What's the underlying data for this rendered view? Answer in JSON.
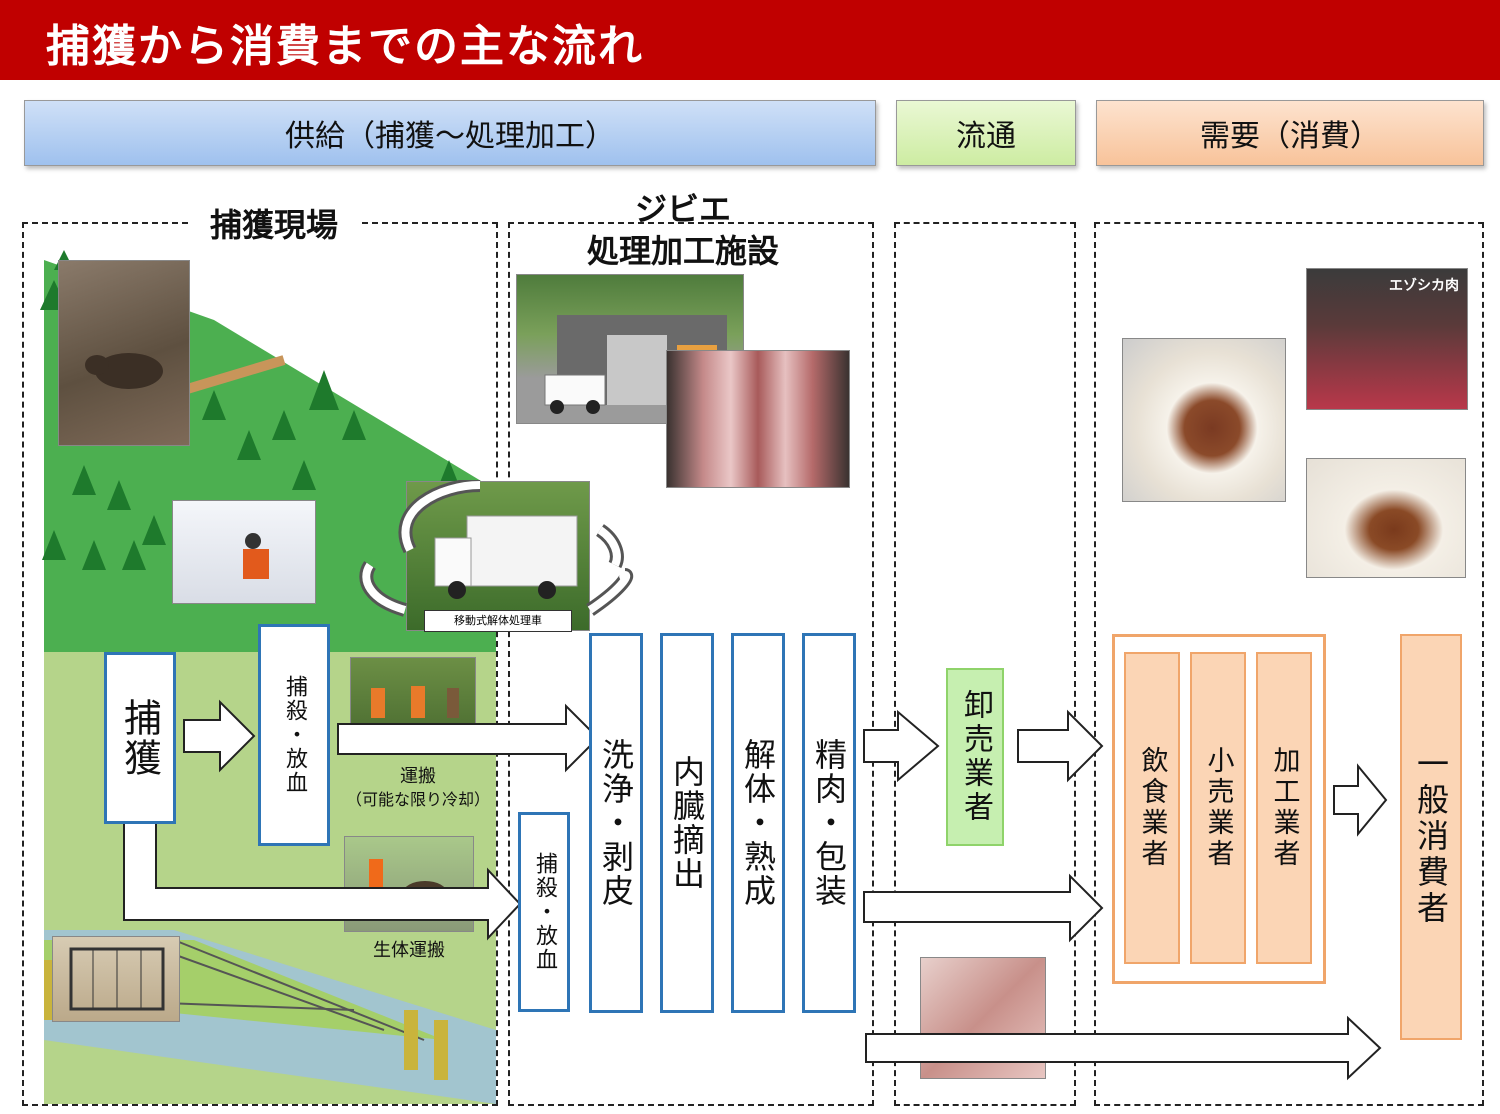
{
  "title": "捕獲から消費までの主な流れ",
  "headers": {
    "supply": "供給（捕獲～処理加工）",
    "distribution": "流通",
    "demand": "需要（消費）"
  },
  "zones": {
    "capture_site": "捕獲現場",
    "facility_line1": "ジビエ",
    "facility_line2": "処理加工施設"
  },
  "mobile_unit_label": "移動式解体処理車",
  "steps": {
    "capture": "捕獲",
    "slaughter_bleed": "捕殺・放血",
    "transport": "運搬",
    "transport_note": "（可能な限り冷却）",
    "live_transport": "生体運搬",
    "slaughter_bleed_facility": "捕殺・放血",
    "wash_skin": "洗浄・剥皮",
    "eviscerate": "内臓摘出",
    "dismantle_age": "解体・熟成",
    "trim_pack": "精肉・包装",
    "wholesaler": "卸売業者",
    "restaurant": "飲食業者",
    "retailer": "小売業者",
    "processor": "加工業者",
    "consumer": "一般消費者"
  },
  "store_sign": "エゾシカ肉",
  "colors": {
    "title_bg": "#c00000",
    "box_border_blue": "#2e75b6",
    "wholesale_green": "#c6efb0",
    "demand_orange": "#fbd5b5"
  }
}
